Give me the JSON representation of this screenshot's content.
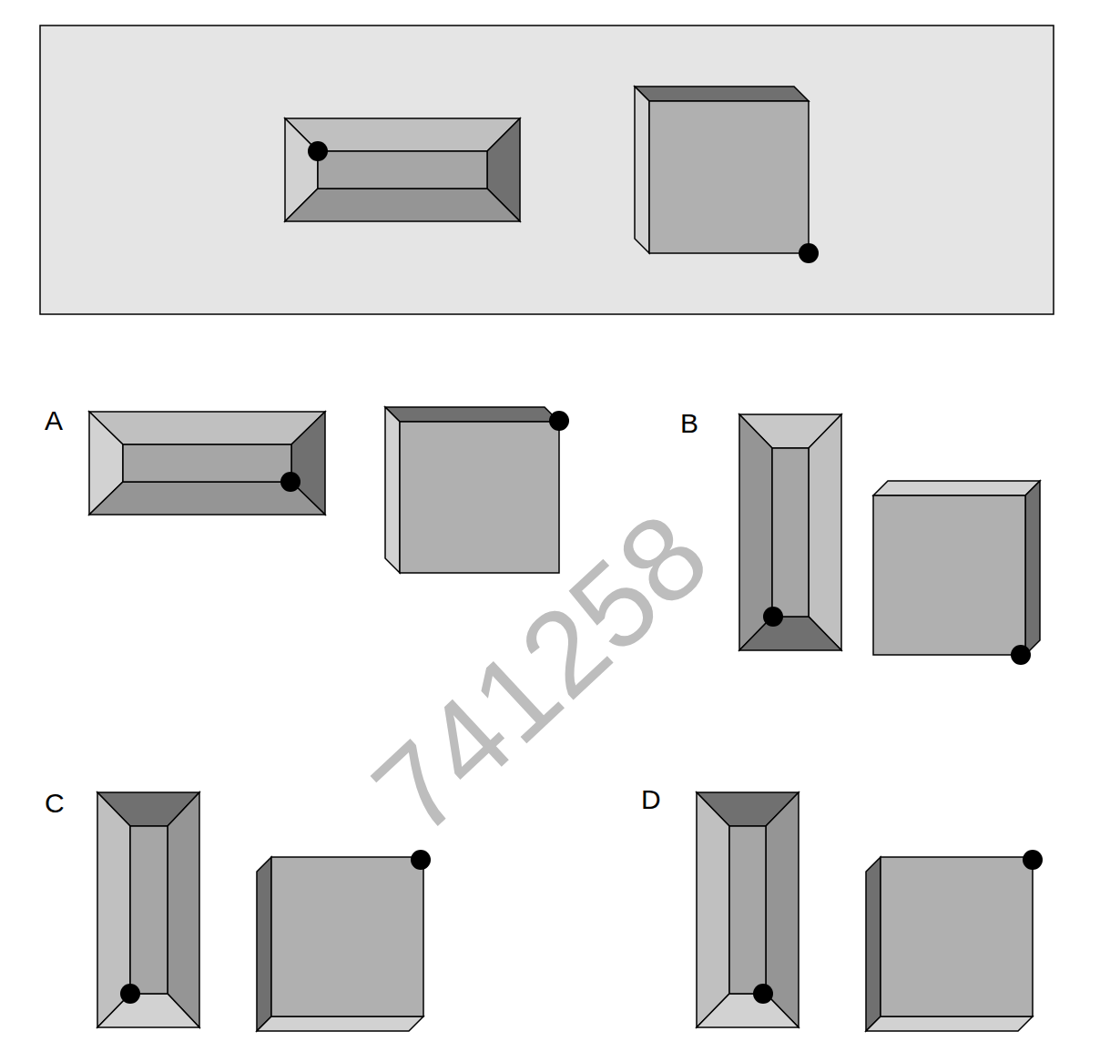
{
  "diagram": {
    "labels": [
      "A",
      "B",
      "C",
      "D",
      "741258"
    ]
  }
}
